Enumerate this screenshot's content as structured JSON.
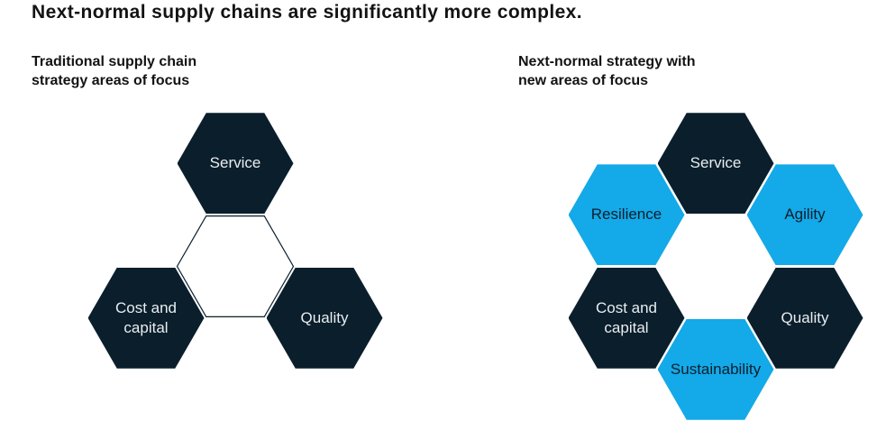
{
  "title": "Next-normal supply chains are significantly more complex.",
  "colors": {
    "background": "#ffffff",
    "title_text": "#131313",
    "dark_hexagon": "#0a1e2c",
    "blue_hexagon": "#14a9e8",
    "text_on_dark": "#e9edef",
    "text_on_blue": "#0b1f2d",
    "outline": "#0a1e2c"
  },
  "left_panel": {
    "subtitle": "Traditional supply chain\nstrategy areas of focus",
    "hexagons": [
      {
        "label": "Service",
        "variant": "dark"
      },
      {
        "label": "Cost and\ncapital",
        "variant": "dark"
      },
      {
        "label": "Quality",
        "variant": "dark"
      }
    ]
  },
  "right_panel": {
    "subtitle": "Next-normal strategy with\nnew areas of focus",
    "hexagons": [
      {
        "label": "Service",
        "variant": "dark"
      },
      {
        "label": "Resilience",
        "variant": "blue"
      },
      {
        "label": "Agility",
        "variant": "blue"
      },
      {
        "label": "Cost and\ncapital",
        "variant": "dark"
      },
      {
        "label": "Quality",
        "variant": "dark"
      },
      {
        "label": "Sustainability",
        "variant": "blue"
      }
    ]
  }
}
